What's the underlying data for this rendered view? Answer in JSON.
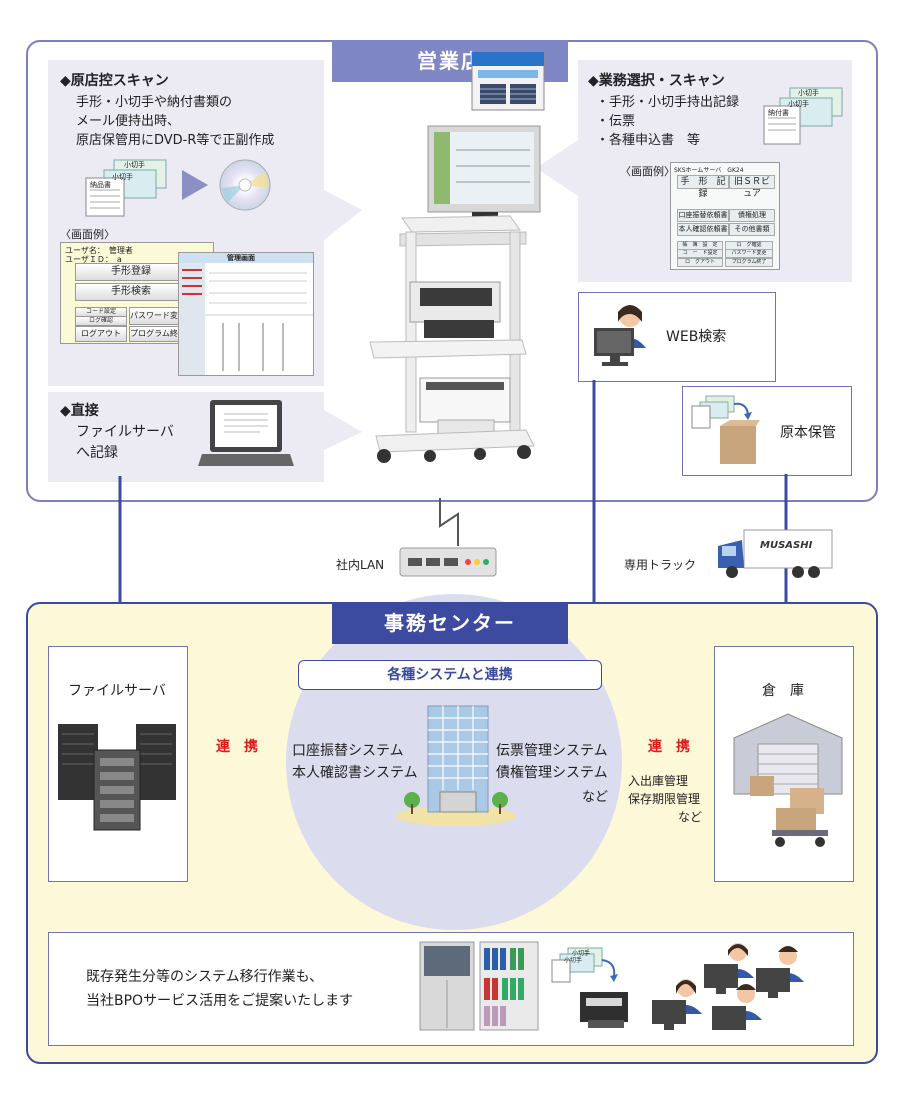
{
  "store": {
    "title": "営業店",
    "scan_panel": {
      "heading": "◆原店控スキャン",
      "lines": [
        "手形・小切手や納付書類の",
        "メール便持出時、",
        "原店保管用にDVD-R等で正副作成"
      ],
      "screen_label": "〈画面例〉",
      "screen": {
        "user_line1": "ユーザ名：　管理者",
        "user_line2": "ユーザＩＤ：　a",
        "btn_register": "手形登録",
        "btn_search": "手形検索",
        "btn_code": "コード設定",
        "btn_log": "ログ確認",
        "btn_password": "パスワード変更",
        "btn_logout": "ログアウト",
        "btn_exit": "プログラム終了",
        "viewer_title": "管理画面"
      },
      "doc_card_a": "小切手",
      "doc_card_b": "小切手",
      "doc_card_c": "納品書"
    },
    "business_panel": {
      "heading": "◆業務選択・スキャン",
      "items": [
        "・手形・小切手持出記録",
        "・伝票",
        "・各種申込書　等"
      ],
      "screen_label": "〈画面例〉",
      "screen": {
        "top_label": "SKSホームサーバ　GK24",
        "btn_a": "手　形　記　録",
        "btn_b": "旧ＳＲビュア",
        "btn_c": "口座振替依頼書",
        "btn_d": "債権処理",
        "btn_e": "本人確認依頼書",
        "btn_f": "その他書類",
        "btn_g": "帳　簿　設　定",
        "btn_h": "コ　ー　ド設定",
        "btn_i": "ロ　グ確認",
        "btn_j": "パスワード変更",
        "btn_k": "ロ　グアウト",
        "btn_l": "プログラム終了"
      },
      "doc_card_a": "小切手",
      "doc_card_b": "小切手",
      "doc_card_c": "納付書"
    },
    "direct_panel": {
      "heading": "◆直接",
      "lines": [
        "ファイルサーバ",
        "へ記録"
      ]
    },
    "web_search": "WEB検索",
    "original_storage": "原本保管"
  },
  "network": {
    "lan_label": "社内LAN",
    "truck_label": "専用トラック",
    "truck_brand": "MUSASHI"
  },
  "center": {
    "title": "事務センター",
    "systems_banner": "各種システムと連携",
    "systems_left": [
      "口座振替システム",
      "本人確認書システム"
    ],
    "systems_right": [
      "伝票管理システム",
      "債権管理システム"
    ],
    "systems_etc": "など",
    "file_server": "ファイルサーバ",
    "link_left": "連　携",
    "link_right": "連　携",
    "warehouse": "倉　庫",
    "warehouse_notes": [
      "入出庫管理",
      "保存期限管理",
      "など"
    ],
    "bpo_lines": [
      "既存発生分等のシステム移行作業も、",
      "当社BPOサービス活用をご提案いたします"
    ],
    "bpo_card_a": "小切手",
    "bpo_card_b": "小切手"
  },
  "colors": {
    "store_border": "#7a80b8",
    "center_border": "#3c4aa0",
    "center_bg": "#fdf9d8",
    "arrow_blue": "#3c4aa0",
    "link_red": "#e01b1b"
  }
}
